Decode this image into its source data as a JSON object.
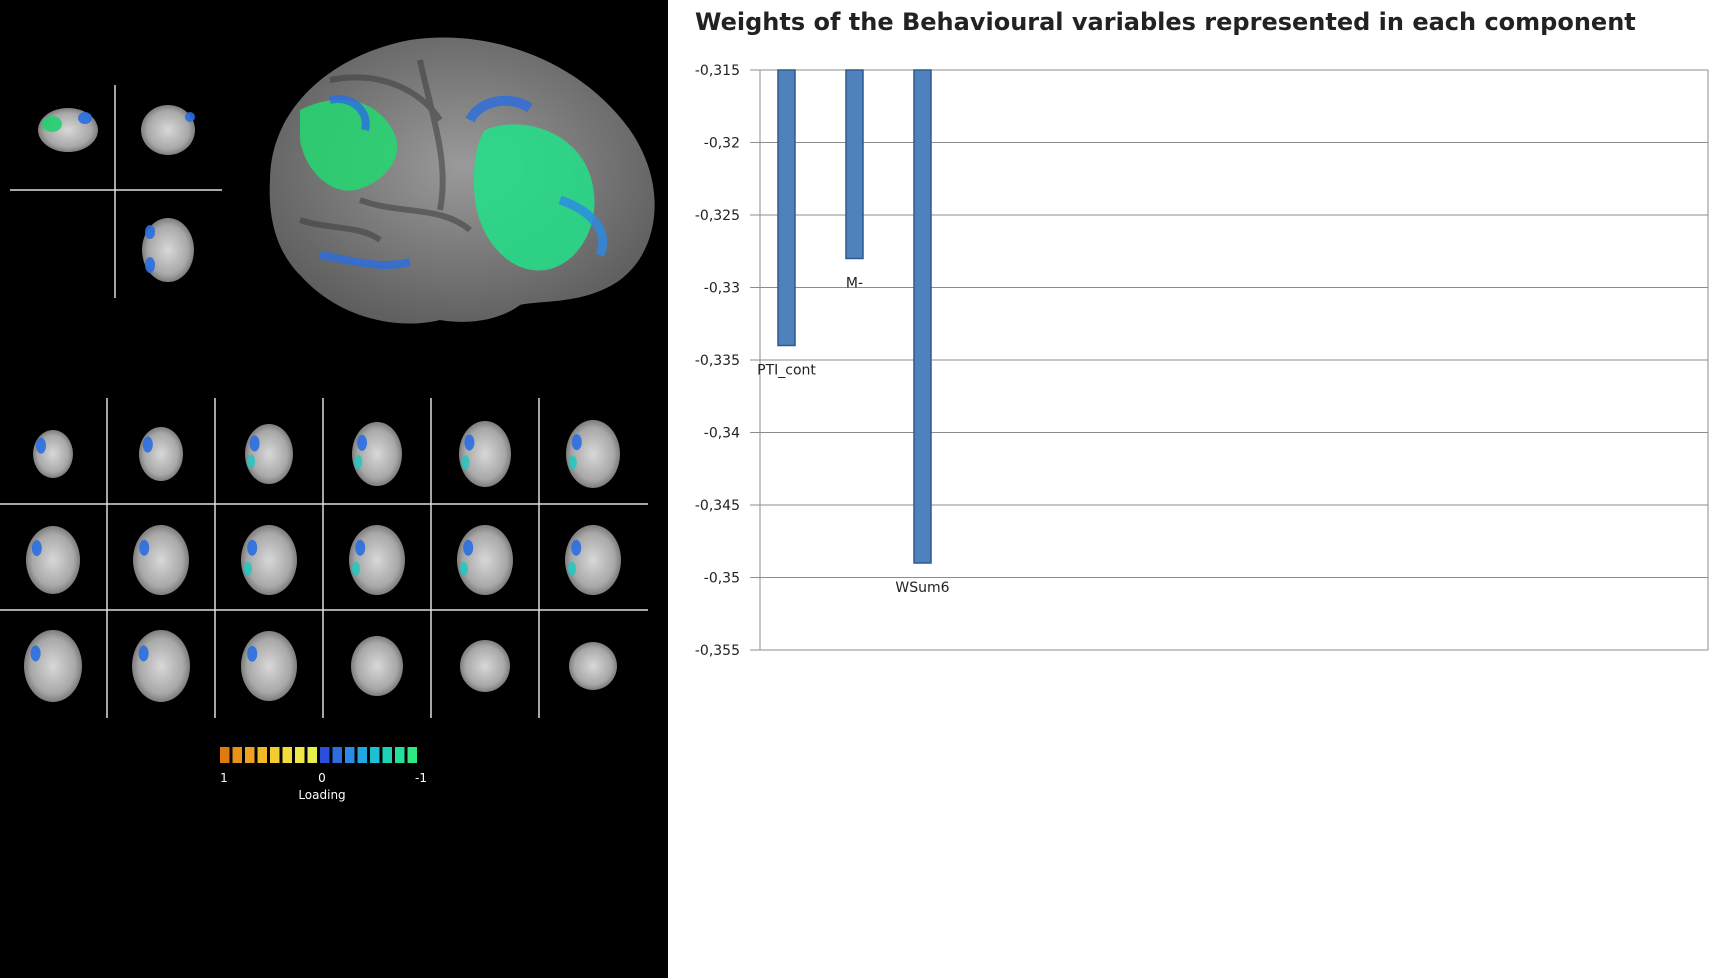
{
  "colorbar": {
    "label": "Loading",
    "ticks": [
      "1",
      "0",
      "-1"
    ],
    "colors": [
      "#e07a10",
      "#e8901a",
      "#f0a020",
      "#f2b828",
      "#f4cc30",
      "#f2dc3a",
      "#eee848",
      "#e8f050",
      "#2a4fd8",
      "#2a6ee0",
      "#2a8ae6",
      "#22a6e0",
      "#1ec0d0",
      "#1ed2b8",
      "#22e09a",
      "#30e880"
    ]
  },
  "chart_data": {
    "type": "bar",
    "title": "Weights of the Behavioural variables represented in each component",
    "categories": [
      "PTI_cont",
      "M-",
      "WSum6"
    ],
    "values": [
      -0.334,
      -0.328,
      -0.349
    ],
    "ylim": [
      -0.355,
      -0.315
    ],
    "yticks": [
      "-0,315",
      "-0,32",
      "-0,325",
      "-0,33",
      "-0,335",
      "-0,34",
      "-0,345",
      "-0,35",
      "-0,355"
    ],
    "ytick_values": [
      -0.315,
      -0.32,
      -0.325,
      -0.33,
      -0.335,
      -0.34,
      -0.345,
      -0.35,
      -0.355
    ],
    "grid": true,
    "bar_color": "#4f81bd",
    "bar_edge_color": "#2c5a8c"
  }
}
